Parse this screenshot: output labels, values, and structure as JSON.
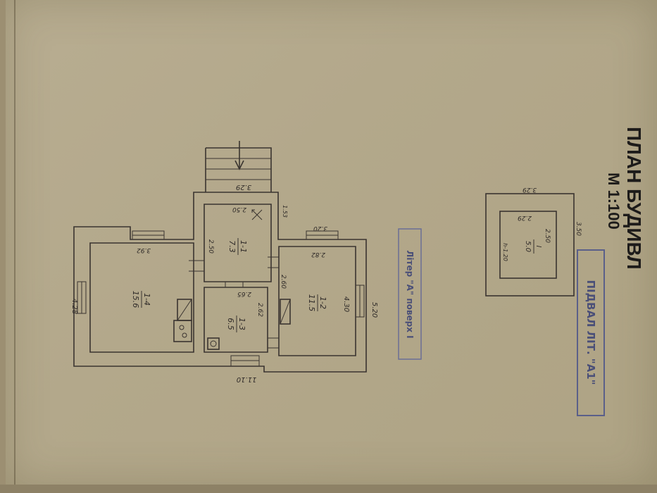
{
  "title": {
    "header": "ПЛАН БУДИВЛ",
    "scale": "М 1:100"
  },
  "stamp_basement": "ПІДВАЛ ЛІТ. \"А1\"",
  "stamp_floor": "Літер \"А\" поверх I",
  "dimensions": {
    "overall_length": "11.10",
    "left_width": "4.28",
    "middle_width": "4.30",
    "right_width": "5.20",
    "porch_width": "3.29",
    "porch_inner": "2.50",
    "hall_side": "2.50",
    "room1_top": "3.92",
    "room2_top": "3.20",
    "room2_inner": "2.82",
    "corridor_side": "1.53",
    "kitchen_top": "2.65",
    "kitchen_side": "2.62",
    "kitchen_right": "2.60"
  },
  "rooms": [
    {
      "id": "1-1",
      "area": "7.3"
    },
    {
      "id": "1-2",
      "area": "11.5"
    },
    {
      "id": "1-3",
      "area": "6.5"
    },
    {
      "id": "1-4",
      "area": "15.6"
    }
  ],
  "basement": {
    "outer": "3.29",
    "inner": "2.29",
    "side": "3.50",
    "inner_side": "2.50",
    "id": "I",
    "area": "5.0",
    "height": "h-1.20"
  }
}
